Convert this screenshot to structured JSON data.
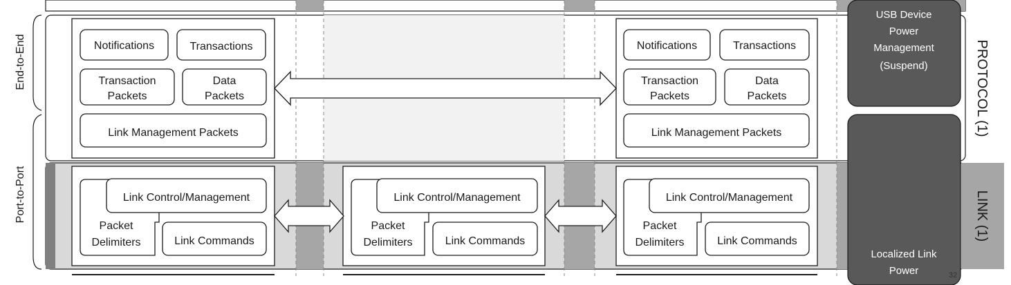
{
  "side_labels": {
    "end_to_end": "End-to-End",
    "port_to_port": "Port-to-Port"
  },
  "layers": {
    "protocol": "PROTOCOL (1)",
    "link": "LINK (1)"
  },
  "power": {
    "usb_device": [
      "USB Device",
      "Power",
      "Management",
      "(Suspend)"
    ],
    "localized_link": [
      "Localized Link",
      "Power"
    ]
  },
  "protocol_boxes": {
    "notifications": "Notifications",
    "transactions": "Transactions",
    "transaction_packets": [
      "Transaction",
      "Packets"
    ],
    "data_packets": [
      "Data",
      "Packets"
    ],
    "link_management_packets": "Link Management Packets"
  },
  "link_boxes": {
    "link_control": "Link Control/Management",
    "packet_delimiters": [
      "Packet",
      "Delimiters"
    ],
    "link_commands": "Link Commands"
  },
  "footer_fragment": "32"
}
